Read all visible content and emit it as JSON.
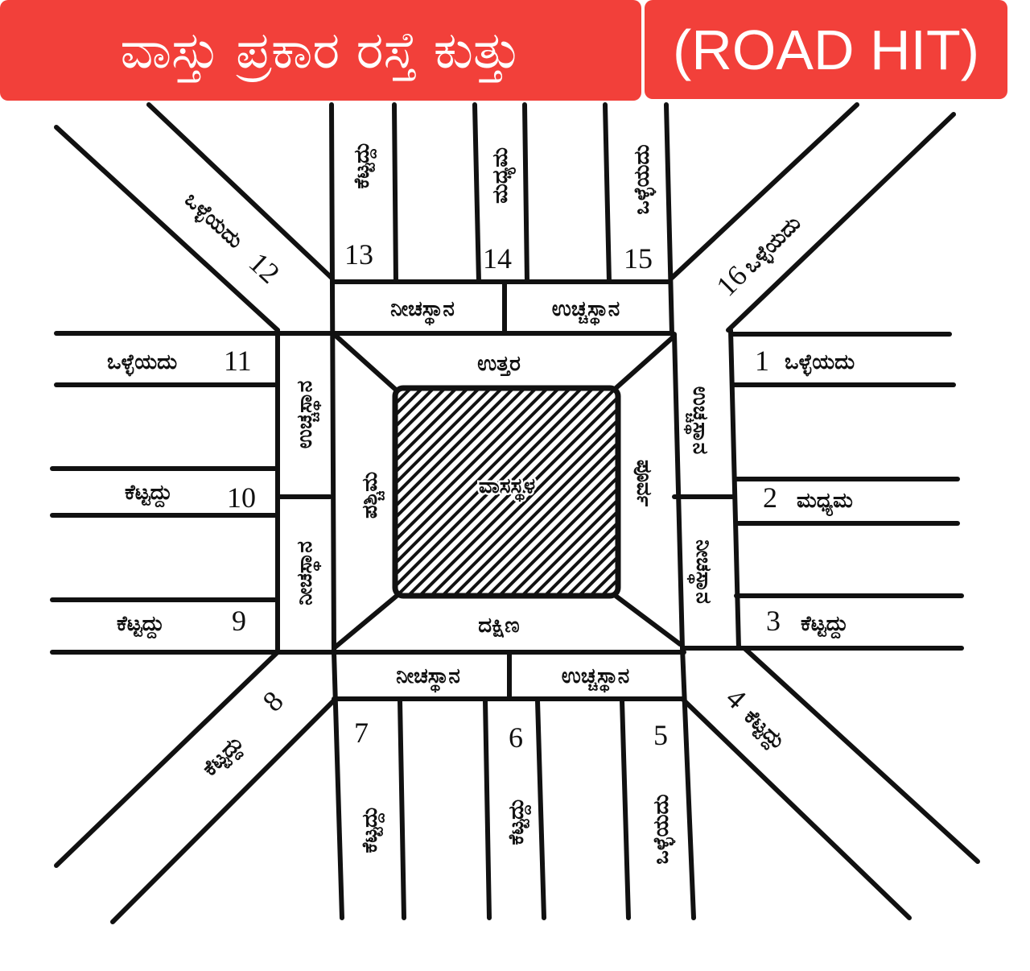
{
  "title": {
    "kannada": "ವಾಸ್ತು ಪ್ರಕಾರ ರಸ್ತೆ ಕುತ್ತು",
    "english": "(ROAD HIT)",
    "color": "#f2403a"
  },
  "center": {
    "label": "ವಾಸಸ್ಥಳ",
    "fill": "diagonal-hatch"
  },
  "directions": {
    "north": "ಉತ್ತರ",
    "south": "ದಕ್ಷಿಣ",
    "west": "ಪಶ್ಚಿಮ",
    "east": "ಪೂರ್ವ"
  },
  "zones": {
    "top_left": "ನೀಚಸ್ಥಾನ",
    "top_right": "ಉಚ್ಚಸ್ಥಾನ",
    "bottom_left": "ನೀಚಸ್ಥಾನ",
    "bottom_right": "ಉಚ್ಚಸ್ಥಾನ",
    "left_upper": "ಉಚ್ಚಸ್ಥಾನ",
    "left_lower": "ನೀಚಸ್ಥಾನ",
    "right_upper": "ಉಚ್ಚಸ್ಥಾನ",
    "right_lower": "ನೀಚಸ್ಥಾನ"
  },
  "roads": [
    {
      "number": "1",
      "result": "ಒಳ್ಳೆಯದು"
    },
    {
      "number": "2",
      "result": "ಮಧ್ಯಮ"
    },
    {
      "number": "3",
      "result": "ಕೆಟ್ಟದ್ದು"
    },
    {
      "number": "4",
      "result": "ಕೆಟ್ಟದ್ದು"
    },
    {
      "number": "5",
      "result": "ಒಳ್ಳೆಯದು"
    },
    {
      "number": "6",
      "result": "ಕೆಟ್ಟದ್ದು"
    },
    {
      "number": "7",
      "result": "ಕೆಟ್ಟದ್ದು"
    },
    {
      "number": "8",
      "result": "ಕೆಟ್ಟದ್ದು"
    },
    {
      "number": "9",
      "result": "ಕೆಟ್ಟದ್ದು"
    },
    {
      "number": "10",
      "result": "ಕೆಟ್ಟದ್ದು"
    },
    {
      "number": "11",
      "result": "ಒಳ್ಳೆಯದು"
    },
    {
      "number": "12",
      "result": "ಒಳ್ಳೆಯದು"
    },
    {
      "number": "13",
      "result": "ಕೆಟ್ಟದ್ದು"
    },
    {
      "number": "14",
      "result": "ಮಧ್ಯಮ"
    },
    {
      "number": "15",
      "result": "ಒಳ್ಳೆಯದು"
    },
    {
      "number": "16",
      "result": "ಒಳ್ಳೆಯದು"
    }
  ]
}
